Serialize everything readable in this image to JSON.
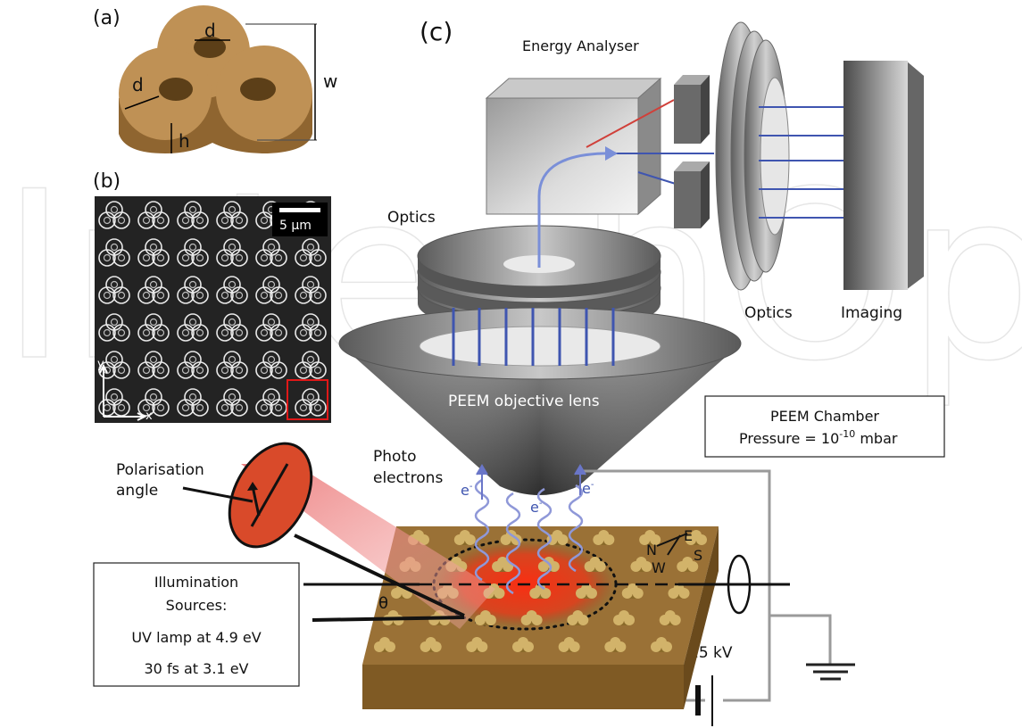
{
  "watermark": "IntechOpen",
  "panel_a": {
    "label": "(a)",
    "dim_d_top": "d",
    "dim_d_side": "d",
    "dim_h": "h",
    "dim_w": "w"
  },
  "panel_b": {
    "label": "(b)",
    "scale_bar": "5 μm",
    "axis_x": "x",
    "axis_y": "y"
  },
  "panel_c": {
    "label": "(c)",
    "energy_analyser": "Energy Analyser",
    "optics_left": "Optics",
    "optics_right": "Optics",
    "imaging": "Imaging",
    "objective_lens": "PEEM objective lens",
    "chamber": {
      "line1": "PEEM Chamber",
      "line2_prefix": "Pressure = 10",
      "line2_exp": "-10",
      "line2_suffix": " mbar"
    },
    "photo_electrons": {
      "line1": "Photo",
      "line2": "electrons"
    },
    "electron": "e",
    "electron_sup": "-",
    "polarisation": {
      "line1": "Polarisation",
      "line2": "angle"
    },
    "theta": "θ",
    "compass": {
      "n": "N",
      "e": "E",
      "s": "S",
      "w": "W"
    },
    "voltage": "15 kV",
    "illumination": {
      "line1": "Illumination",
      "line2": "Sources:",
      "line3": "UV lamp at 4.9 eV",
      "line4": "30 fs at 3.1 eV"
    }
  },
  "colors": {
    "gold": "#b98a4e",
    "gold_dark": "#8a6630",
    "beam_red": "#e05a3a",
    "electron_blue": "#3f55b0",
    "lens_grey": "#8a8a8a"
  }
}
